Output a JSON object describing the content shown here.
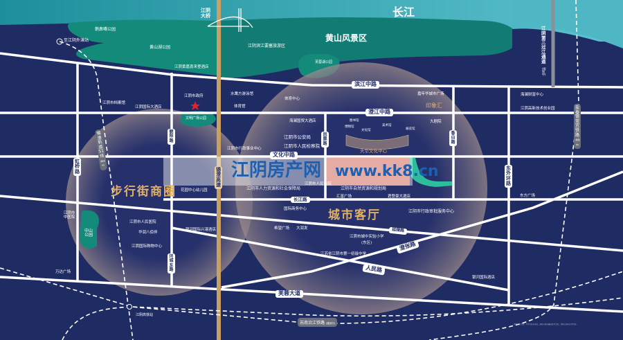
{
  "colors": {
    "land": "#1f2b63",
    "river": "#3aa7b8",
    "park": "#138a7a",
    "expressway": "#c9a063",
    "zone": "#e0b06a",
    "star": "#e8202a"
  },
  "water": {
    "river": "长江",
    "bridge": "江阴大桥",
    "tunnel": "江阴第三过江通道",
    "tunnel_note": "(规划中)"
  },
  "parks": {
    "scenic": "黄山风景区",
    "ebizui": "鹅鼻嘴公园",
    "huangshanhu": "黄山湖公园",
    "binjiang": "江阴滨江要塞旅游区",
    "furong": "芙蓉湖公园",
    "wenming": "文明广场公园",
    "zhongshan": "中山公园"
  },
  "zones": {
    "left": "步行街商圈",
    "right": "城市客厅"
  },
  "roads": {
    "binjiang": "滨江中路",
    "chengjiang": "澄江中路",
    "wenhua": "文化中路",
    "changjiang": "长江路",
    "yanling": "延陵路",
    "chengzhang": "澄张路",
    "renmin": "人民路",
    "furong": "芙蓉大道",
    "hongqiao": "虹桥路",
    "chaoyang": "朝阳路",
    "fenghuang": "凤凰路",
    "xiangshan": "香山路",
    "dongwaihuan": "东外环路",
    "huanchengdong": "环城东路",
    "xicheng": "锡澄高速"
  },
  "rails": {
    "station_north": "至江阴外滩站",
    "station_south": "江阴高铁站",
    "xicheng_rail": "锡澄轨道S1线",
    "xicheng_rail_note": "(建设中)",
    "yanchang": "盐泰锡常宜铁路",
    "yanchang_note": "(规划中)",
    "suzhou": "苏南沿江铁路",
    "suzhou_note": "(建设中)"
  },
  "pois": {
    "huangshan_hotel": "江阴黄嘉喜来登酒店",
    "gov": "江阴市政府",
    "archives": "江阴市档案馆",
    "intl_hotel": "江阴国际大酒店",
    "swim": "水鹰方游泳馆",
    "gym": "体育馆",
    "sports": "体育中心",
    "jiaxin": "嘉年华城市广场",
    "yinxianghui": "印象汇",
    "haiyang_wealth": "海澜财富中心",
    "hitech": "江阴高新技术创业园",
    "haiyang_trade": "海澜国贸大酒店",
    "dajuyuan": "大剧院",
    "police": "江阴市公安局",
    "procuratorate": "江阴市人民检察院",
    "admin_center": "江阴市行政事业中心",
    "museum": "博物馆",
    "library": "图书馆",
    "culture": "文化馆",
    "art": "美术馆",
    "exhibit": "展览馆",
    "tianhua": "天华文化中心",
    "court": "江阴市人民法院",
    "hr": "江阴市人力资源和社会保障局",
    "nature": "江阴市自然资源和规划局",
    "huifu": "汇富广场",
    "xidengxi": "君登豪大酒店",
    "intl_business": "国际商务中心",
    "approval": "江阴市行政审批服务中心",
    "kindergarten": "花园中心幼儿园",
    "tcm": "江阴市中医院",
    "people_hospital": "江阴市人民医院",
    "huarun": "华润八佰伴",
    "shopping": "江阴国际购物中心",
    "yinhe_hotel": "银河国际兴港酒店",
    "xiwang": "希望广场",
    "darunfa": "大润发",
    "school1": "江阴市城中实验小学",
    "school1_note": "(东区)",
    "school2": "江苏省江阴市第一初级中学",
    "yinhe_intl": "银河国际酒店",
    "wanda": "万达广场",
    "dongfang": "东方广场"
  },
  "watermark": {
    "name": "江阴房产网",
    "url": "www.kk8.cn"
  },
  "disclaimer": "本图仅为示意，不作为任何承诺，规划以政府最终批复为准，具体以实际交付为准。"
}
